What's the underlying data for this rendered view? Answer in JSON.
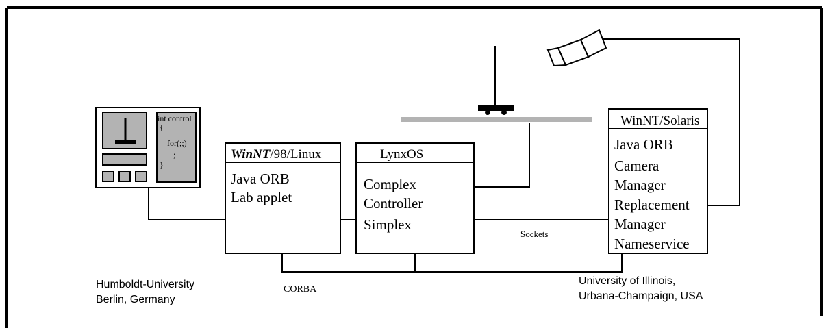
{
  "terminal": {
    "code_lines": [
      "int control",
      "{",
      "  for(;;)",
      "    ;",
      "}"
    ]
  },
  "boxes": {
    "winnt": {
      "header_bold_italic": "WinNT",
      "header_rest": "/98/Linux",
      "lines": [
        "Java ORB",
        "Lab applet"
      ]
    },
    "lynx": {
      "header": "LynxOS",
      "lines": [
        "Complex",
        "Controller",
        "Simplex"
      ]
    },
    "solaris": {
      "header": "WinNT/Solaris",
      "lines": [
        "Java ORB",
        "Camera",
        "Manager",
        "Replacement",
        "Manager",
        "Nameservice"
      ]
    }
  },
  "labels": {
    "sockets": "Sockets",
    "corba": "CORBA",
    "left_location_line1": "Humboldt-University",
    "left_location_line2": "Berlin, Germany",
    "right_location_line1": "University of Illinois,",
    "right_location_line2": "Urbana-Champaign, USA"
  }
}
